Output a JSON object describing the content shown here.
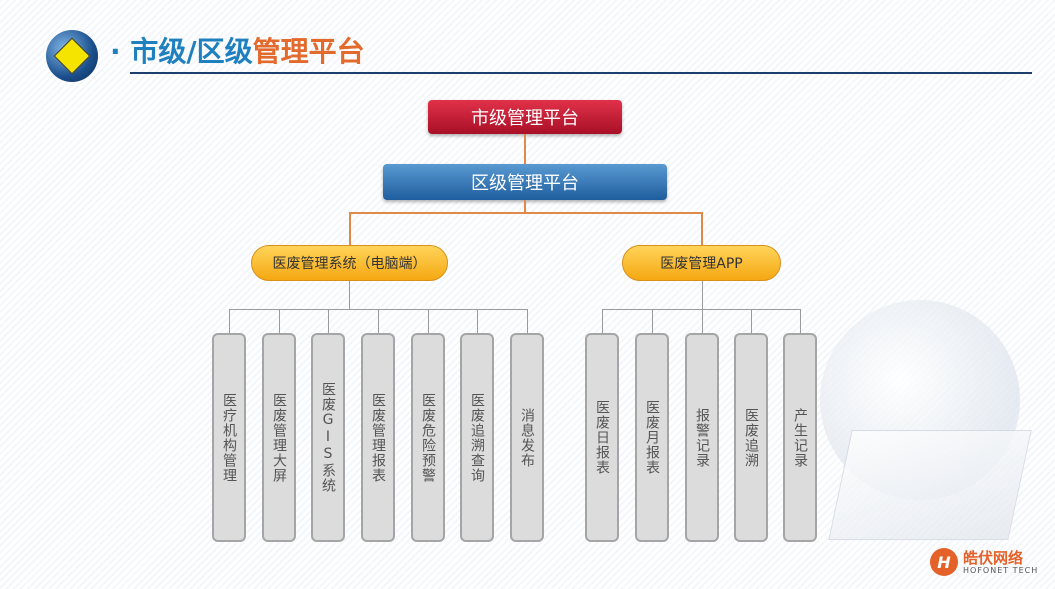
{
  "header": {
    "title_blue": "市级/区级",
    "title_orange": "管理平台",
    "bullet": "·"
  },
  "tree": {
    "city": "市级管理平台",
    "district": "区级管理平台",
    "pc": {
      "label": "医废管理系统（电脑端）",
      "items": [
        "医疗机构管理",
        "医废管理大屏",
        "医废GIS系统",
        "医废管理报表",
        "医废危险预警",
        "医废追溯查询",
        "消息发布"
      ]
    },
    "app": {
      "label": "医废管理APP",
      "items": [
        "医废日报表",
        "医废月报表",
        "报警记录",
        "医废追溯",
        "产生记录"
      ]
    }
  },
  "brand": {
    "name": "皓伏网络",
    "sub": "HOFONET TECH",
    "icon": "H"
  },
  "colors": {
    "blue": "#1f80c0",
    "orange": "#e26a2c",
    "red": "#c41e36"
  }
}
